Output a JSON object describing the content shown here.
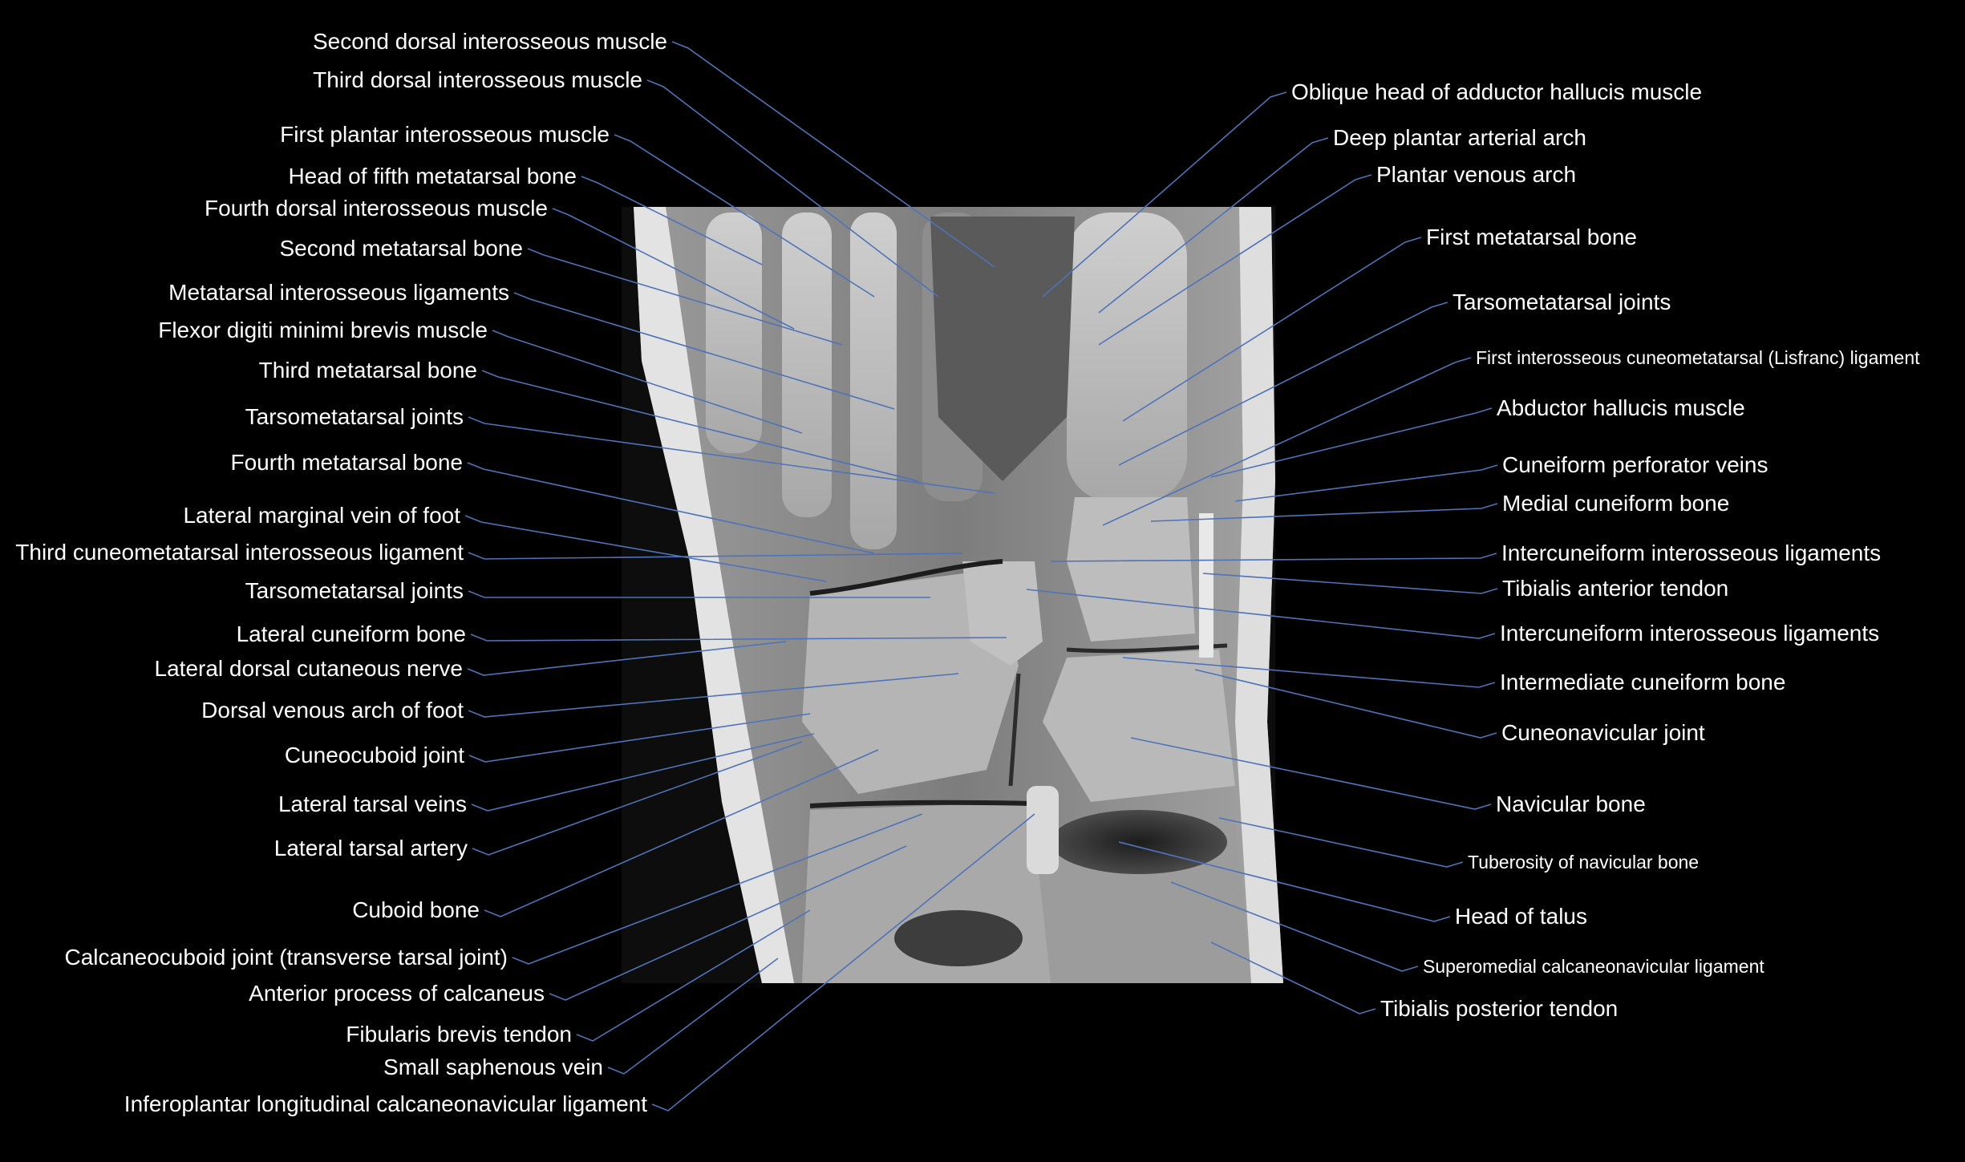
{
  "colors": {
    "background": "#000000",
    "label_text": "#ffffff",
    "leader_line": "#4f73b8"
  },
  "diagram": {
    "left_labels": [
      "Second dorsal interosseous muscle",
      "Third dorsal interosseous muscle",
      "First plantar interosseous muscle",
      "Head of fifth metatarsal bone",
      "Fourth dorsal interosseous muscle",
      "Second metatarsal bone",
      "Metatarsal interosseous ligaments",
      "Flexor digiti minimi brevis muscle",
      "Third metatarsal bone",
      "Tarsometatarsal joints",
      "Fourth metatarsal bone",
      "Lateral marginal vein of foot",
      "Third cuneometatarsal interosseous ligament",
      "Tarsometatarsal joints",
      "Lateral cuneiform bone",
      "Lateral dorsal cutaneous nerve",
      "Dorsal venous arch of foot",
      "Cuneocuboid joint",
      "Lateral tarsal veins",
      "Lateral tarsal artery",
      "Cuboid bone",
      "Calcaneocuboid joint (transverse tarsal joint)",
      "Anterior process of calcaneus",
      "Fibularis brevis tendon",
      "Small saphenous vein",
      "Inferoplantar longitudinal calcaneonavicular ligament"
    ],
    "right_labels": [
      "Oblique head of adductor hallucis muscle",
      "Deep plantar arterial arch",
      "Plantar venous arch",
      "First metatarsal bone",
      "Tarsometatarsal joints",
      "First interosseous cuneometatarsal (Lisfranc) ligament",
      "Abductor hallucis muscle",
      "Cuneiform perforator veins",
      "Medial cuneiform bone",
      "Intercuneiform interosseous ligaments",
      "Tibialis anterior tendon",
      "Intercuneiform interosseous ligaments",
      "Intermediate cuneiform bone",
      "Cuneonavicular joint",
      "Navicular bone",
      "Tuberosity of navicular bone",
      "Head of talus",
      "Superomedial calcaneonavicular ligament",
      "Tibialis posterior tendon"
    ]
  }
}
